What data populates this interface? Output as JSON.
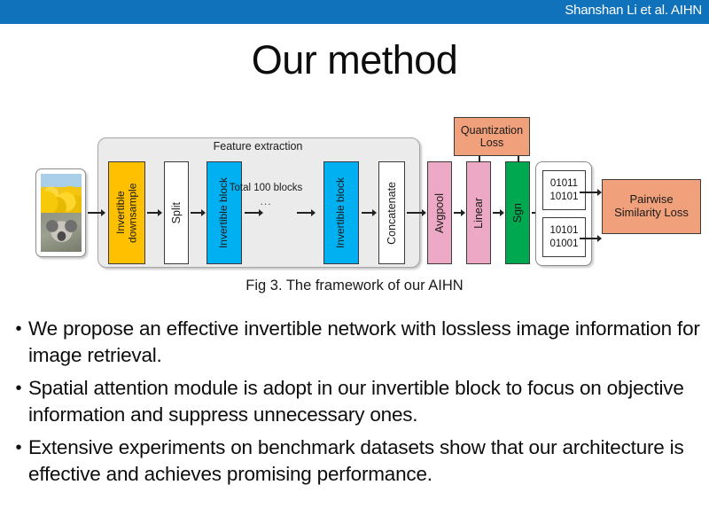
{
  "header": {
    "author_line": "Shanshan Li et al. AIHN",
    "bar_color": "#1072BA"
  },
  "slide": {
    "title": "Our method"
  },
  "figure": {
    "caption": "Fig 3. The framework of our AIHN",
    "panel_label": "Feature extraction",
    "input_card": {
      "photo_top": "tulips-photo",
      "photo_bottom": "koala-photo"
    },
    "blocks": {
      "invertible_downsample": "Invertible downsample",
      "split": "Split",
      "invertible_block_1": "Invertible block",
      "invertible_block_2": "Invertible block",
      "concatenate": "Concatenate",
      "avgpool": "Avgpool",
      "linear": "Linear",
      "sgn": "Sgn",
      "quantization_loss": "Quantization Loss",
      "pairwise_similarity_loss": "Pairwise Similarity Loss"
    },
    "annotations": {
      "total_blocks": "Total 100 blocks",
      "ellipsis": "..."
    },
    "codes": {
      "top_line1": "01011",
      "top_line2": "10101",
      "bottom_line1": "10101",
      "bottom_line2": "01001"
    },
    "colors": {
      "panel": "#EBEBEB",
      "amber": "#FFC000",
      "blue": "#00B0F0",
      "white": "#FFFFFF",
      "pink": "#EDA8C5",
      "green": "#00A84F",
      "orange": "#F0A07A"
    }
  },
  "bullets": [
    {
      "marker": "•",
      "text": "We propose an effective invertible network with lossless image information for image retrieval."
    },
    {
      "marker": "•",
      "text": "Spatial attention module is adopt in our invertible block to focus on objective information and suppress unnecessary ones."
    },
    {
      "marker": "•",
      "text": "Extensive experiments on benchmark datasets show that our architecture is effective and achieves promising performance."
    }
  ]
}
